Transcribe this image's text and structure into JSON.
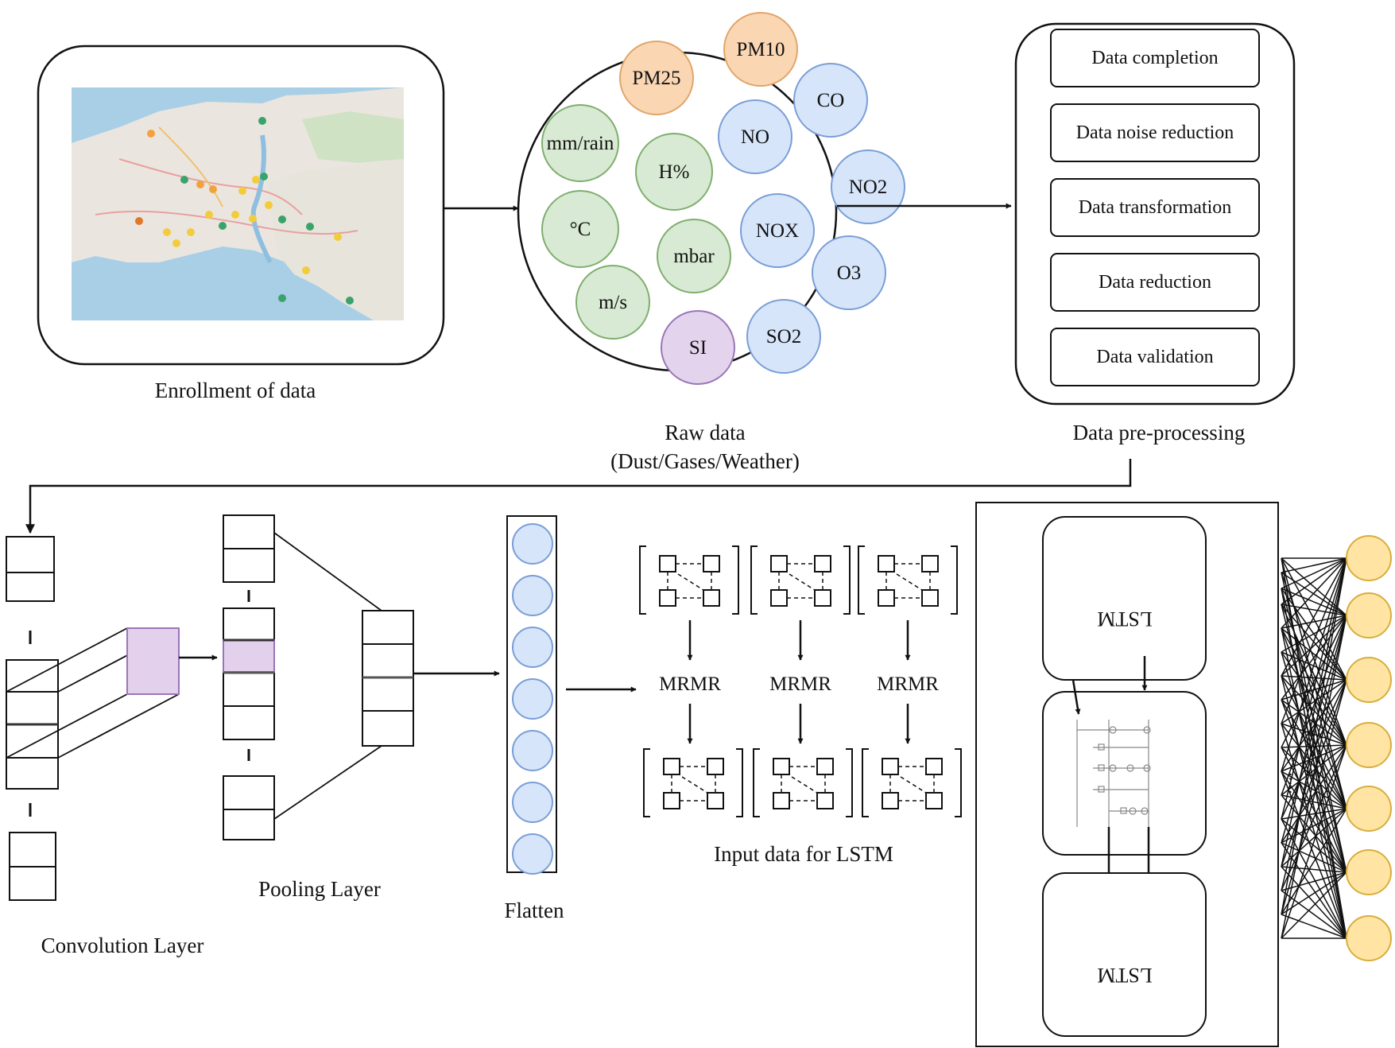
{
  "enrollment": {
    "caption": "Enrollment of data"
  },
  "raw_data": {
    "caption_line1": "Raw data",
    "caption_line2": "(Dust/Gases/Weather)",
    "bubbles": [
      {
        "label": "PM10",
        "group": "dust"
      },
      {
        "label": "PM25",
        "group": "dust"
      },
      {
        "label": "CO",
        "group": "gas"
      },
      {
        "label": "NO",
        "group": "gas"
      },
      {
        "label": "NO2",
        "group": "gas"
      },
      {
        "label": "NOX",
        "group": "gas"
      },
      {
        "label": "O3",
        "group": "gas"
      },
      {
        "label": "SO2",
        "group": "gas"
      },
      {
        "label": "mm/rain",
        "group": "weather"
      },
      {
        "label": "H%",
        "group": "weather"
      },
      {
        "label": "°C",
        "group": "weather"
      },
      {
        "label": "mbar",
        "group": "weather"
      },
      {
        "label": "m/s",
        "group": "weather"
      },
      {
        "label": "SI",
        "group": "other"
      }
    ]
  },
  "preprocessing": {
    "caption": "Data pre-processing",
    "steps": [
      "Data completion",
      "Data noise reduction",
      "Data transformation",
      "Data reduction",
      "Data validation"
    ]
  },
  "cnn": {
    "convolution_caption": "Convolution Layer",
    "pooling_caption": "Pooling Layer",
    "flatten_caption": "Flatten"
  },
  "lstm_input": {
    "caption": "Input data for LSTM",
    "selector_labels": [
      "MRMR",
      "MRMR",
      "MRMR"
    ]
  },
  "lstm": {
    "top_label": "LSTM",
    "bottom_label": "LSTM",
    "ellipsis": "....."
  },
  "colors": {
    "dust_fill": "#fad6b3",
    "dust_stroke": "#e1a56a",
    "gas_fill": "#d6e5fa",
    "gas_stroke": "#7a9ed6",
    "weather_fill": "#d8ead3",
    "weather_stroke": "#7fae6e",
    "other_fill": "#e3d3ec",
    "other_stroke": "#9a76b6",
    "highlight_fill": "#e3d0ec",
    "highlight_stroke": "#9a76b6",
    "output_fill": "#ffe4a3",
    "output_stroke": "#d9ae3d",
    "map_water": "#a9cfe6",
    "map_land": "#eae6df"
  }
}
